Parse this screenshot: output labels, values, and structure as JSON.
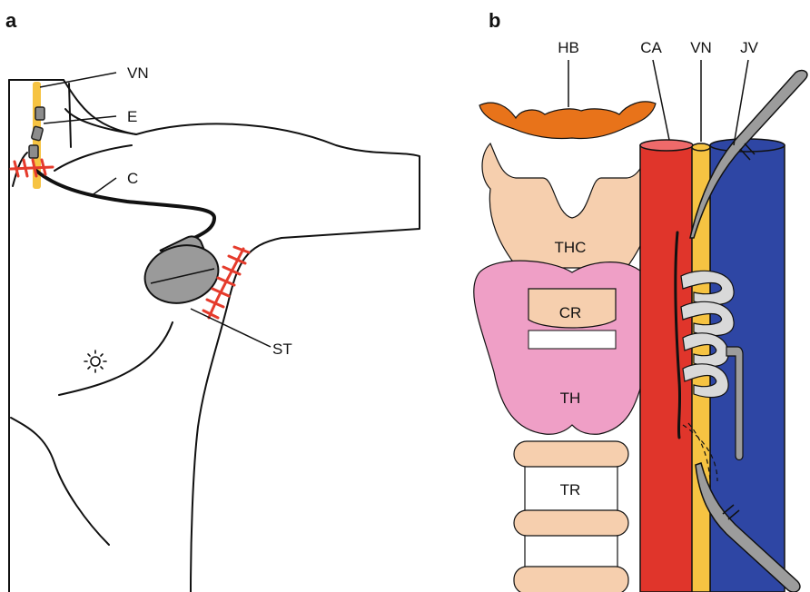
{
  "panels": {
    "a": {
      "letter": "a",
      "labels": {
        "vn": "VN",
        "e": "E",
        "c": "C",
        "st": "ST"
      }
    },
    "b": {
      "letter": "b",
      "labels": {
        "hb": "HB",
        "ca": "CA",
        "vn": "VN",
        "jv": "JV",
        "thc": "THC",
        "cr": "CR",
        "th": "TH",
        "tr": "TR"
      }
    }
  },
  "colors": {
    "outline": "#111111",
    "nerve": "#f6c342",
    "suture": "#e53b2c",
    "artery": "#e0352b",
    "vein": "#2e46a4",
    "thyroid": "#ef9fc6",
    "cartilage": "#f6cfae",
    "hyoid": "#e8731a",
    "device": "#9a9a9a",
    "coil": "#d9d9d9",
    "forceps": "#9c9c9c"
  },
  "icons": {
    "nipple": "sun-symbol-icon"
  }
}
